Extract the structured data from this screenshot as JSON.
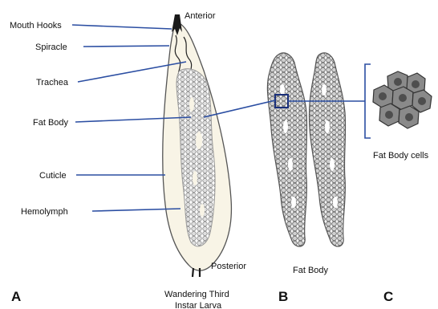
{
  "labels": {
    "mouth_hooks": "Mouth Hooks",
    "spiracle": "Spiracle",
    "trachea": "Trachea",
    "fat_body": "Fat Body",
    "cuticle": "Cuticle",
    "hemolymph": "Hemolymph",
    "anterior": "Anterior",
    "posterior": "Posterior",
    "larva_caption_line1": "Wandering Third",
    "larva_caption_line2": "Instar Larva",
    "fat_body_caption": "Fat Body",
    "fat_body_cells_caption": "Fat Body cells"
  },
  "panels": {
    "a": "A",
    "b": "B",
    "c": "C"
  },
  "colors": {
    "leader_line": "#2b4ea2",
    "larva_fill": "#f8f4e6",
    "outline": "#444444",
    "fat_cell_fill": "#d2d2d2",
    "cluster_cell_fill": "#8a8a8a",
    "nucleus_fill": "#4e4e4e"
  }
}
